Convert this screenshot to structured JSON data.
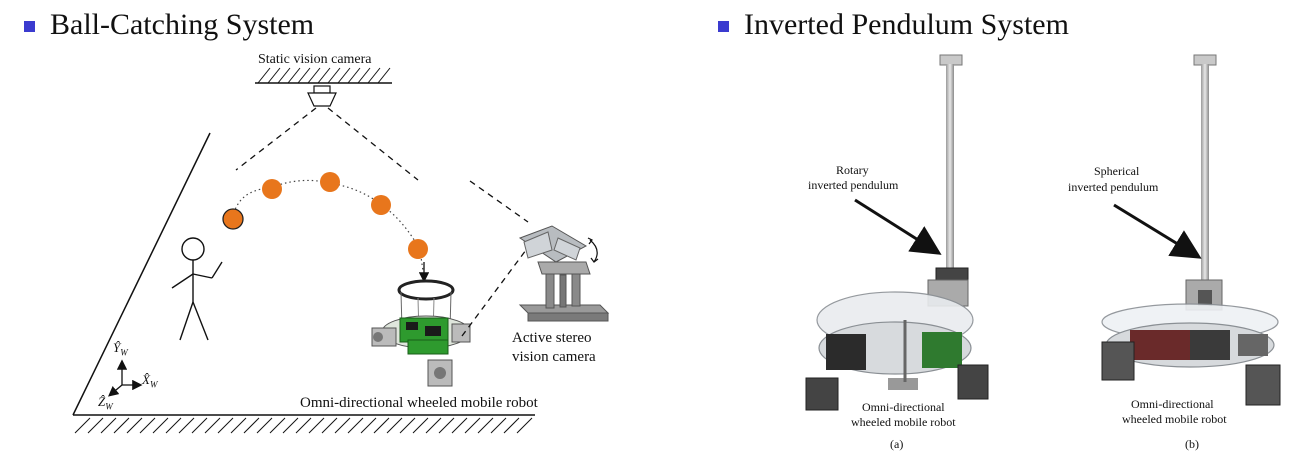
{
  "left_section": {
    "title": "Ball-Catching System",
    "labels": {
      "static_camera": "Static vision camera",
      "active_camera_line1": "Active stereo",
      "active_camera_line2": "vision camera",
      "robot": "Omni-directional wheeled mobile robot",
      "axis_y": "Ŷ",
      "axis_x": "X̂",
      "axis_z": "Ẑ",
      "axis_subscript": "W"
    }
  },
  "right_section": {
    "title": "Inverted Pendulum System",
    "photo_a": {
      "pendulum_line1": "Rotary",
      "pendulum_line2": "inverted pendulum",
      "robot_line1": "Omni-directional",
      "robot_line2": "wheeled mobile robot",
      "caption": "(a)"
    },
    "photo_b": {
      "pendulum_line1": "Spherical",
      "pendulum_line2": "inverted pendulum",
      "robot_line1": "Omni-directional",
      "robot_line2": "wheeled mobile robot",
      "caption": "(b)"
    }
  },
  "colors": {
    "bullet": "#3b3bcf",
    "ball": "#e8761c",
    "board": "#2e9a2e"
  }
}
